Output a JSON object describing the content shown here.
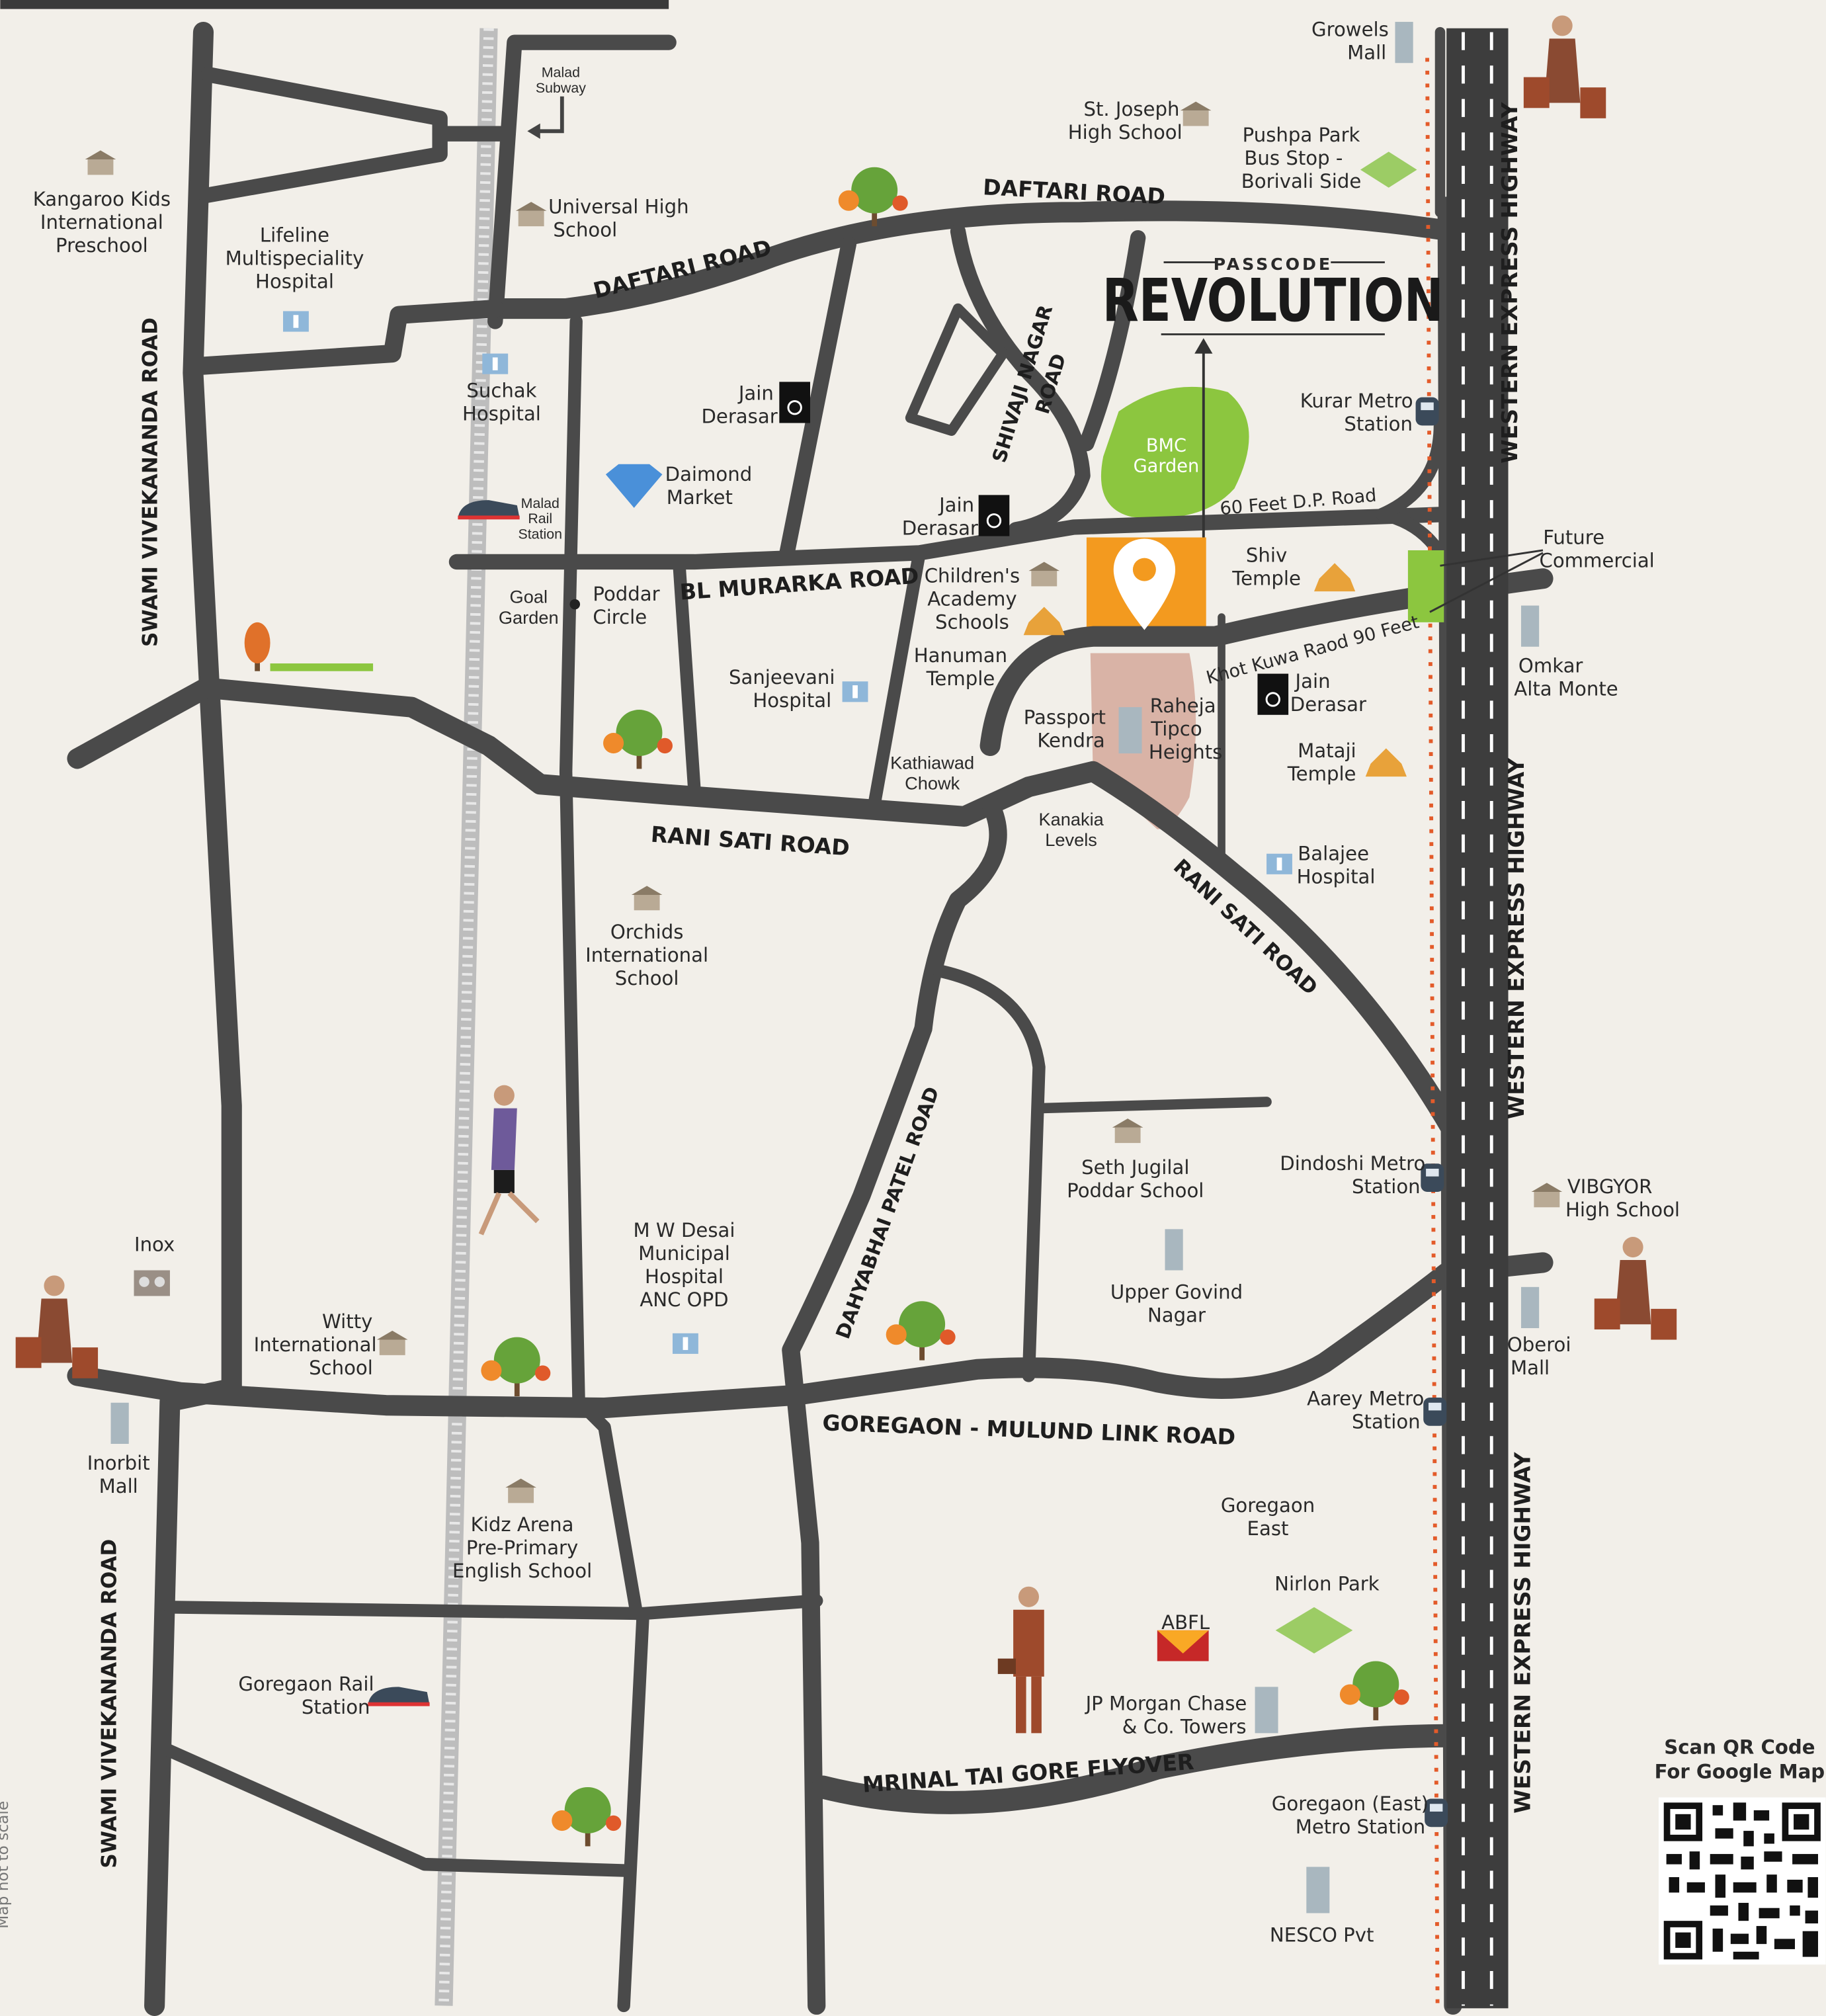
{
  "map": {
    "colors": {
      "background": "#f2efe9",
      "road": "#4a4a4a",
      "metro_line": "#e35b2a",
      "project_marker": "#f39a1f",
      "garden": "#8cc63f",
      "commercial": "#8cc63f",
      "tipco_area": "#d9b3a6"
    },
    "project": {
      "brand": "PASSCODE",
      "name": "REVOLUTION"
    },
    "roads": {
      "daftari_1": "DAFTARI ROAD",
      "daftari_2": "DAFTARI ROAD",
      "shivaji_1": "SHIVAJI NAGAR",
      "shivaji_2": "ROAD",
      "dp_road": "60 Feet D.P. Road",
      "bl_murarka": "BL MURARKA ROAD",
      "khot_kuwa": "Khot Kuwa Raod 90 Feet",
      "rani_sati_1": "RANI SATI ROAD",
      "rani_sati_2": "RANI SATI ROAD",
      "dahyabhai": "DAHYABHAI PATEL ROAD",
      "goregaon_mulund": "GOREGAON - MULUND LINK ROAD",
      "mrinal": "MRINAL TAI GORE FLYOVER",
      "swami_1": "SWAMI VIVEKANANDA ROAD",
      "swami_2": "SWAMI VIVEKANANDA ROAD",
      "weh_1": "WESTERN EXPRESS HIGHWAY",
      "weh_2": "WESTERN EXPRESS HIGHWAY",
      "weh_3": "WESTERN EXPRESS HIGHWAY"
    },
    "labels": {
      "growels": [
        "Growels",
        "Mall"
      ],
      "st_joseph": [
        "St. Joseph",
        "High School"
      ],
      "pushpa": [
        "Pushpa Park",
        "Bus Stop -",
        "Borivali Side"
      ],
      "malad_subway": [
        "Malad",
        "Subway"
      ],
      "kangaroo": [
        "Kangaroo Kids",
        "International",
        "Preschool"
      ],
      "universal": [
        "Universal High",
        "School"
      ],
      "lifeline": [
        "Lifeline",
        "Multispeciality",
        "Hospital"
      ],
      "suchak": [
        "Suchak",
        "Hospital"
      ],
      "jain1": [
        "Jain",
        "Derasar"
      ],
      "diamond": [
        "Daimond",
        "Market"
      ],
      "bmc": [
        "BMC",
        "Garden"
      ],
      "kurar": [
        "Kurar Metro",
        "Station"
      ],
      "malad_rail": [
        "Malad",
        "Rail",
        "Station"
      ],
      "jain2": [
        "Jain",
        "Derasar"
      ],
      "shiv": [
        "Shiv",
        "Temple"
      ],
      "future": [
        "Future",
        "Commercial"
      ],
      "goal_garden": [
        "Goal",
        "Garden"
      ],
      "poddar_circle": [
        "Poddar",
        "Circle"
      ],
      "childrens": [
        "Children's",
        "Academy",
        "Schools"
      ],
      "omkar": [
        "Omkar",
        "Alta Monte"
      ],
      "hanuman": [
        "Hanuman",
        "Temple"
      ],
      "jain3": [
        "Jain",
        "Derasar"
      ],
      "sanjeevani": [
        "Sanjeevani",
        "Hospital"
      ],
      "passport": [
        "Passport",
        "Kendra"
      ],
      "raheja": [
        "Raheja",
        "Tipco",
        "Heights"
      ],
      "mataji": [
        "Mataji",
        "Temple"
      ],
      "kathiawad": [
        "Kathiawad",
        "Chowk"
      ],
      "kanakia": [
        "Kanakia",
        "Levels"
      ],
      "balajee": [
        "Balajee",
        "Hospital"
      ],
      "orchids": [
        "Orchids",
        "International",
        "School"
      ],
      "seth": [
        "Seth Jugilal",
        "Poddar School"
      ],
      "dindoshi": [
        "Dindoshi Metro",
        "Station"
      ],
      "vibgyor": [
        "VIBGYOR",
        "High School"
      ],
      "inox": [
        "Inox"
      ],
      "mw_desai": [
        "M W Desai",
        "Municipal",
        "Hospital",
        "ANC OPD"
      ],
      "upper_govind": [
        "Upper Govind",
        "Nagar"
      ],
      "witty": [
        "Witty",
        "International",
        "School"
      ],
      "oberoi": [
        "Oberoi",
        "Mall"
      ],
      "aarey": [
        "Aarey Metro",
        "Station"
      ],
      "inorbit": [
        "Inorbit",
        "Mall"
      ],
      "kidz": [
        "Kidz Arena",
        "Pre-Primary",
        "English School"
      ],
      "goregaon_east": [
        "Goregaon",
        "East"
      ],
      "nirlon": [
        "Nirlon Park"
      ],
      "abfl": [
        "ABFL"
      ],
      "goregaon_rail": [
        "Goregaon Rail",
        "Station"
      ],
      "jp_morgan": [
        "JP Morgan Chase",
        "& Co. Towers"
      ],
      "goregaon_metro": [
        "Goregaon (East)",
        "Metro Station"
      ],
      "nesco": [
        "NESCO Pvt"
      ],
      "scale_note": "Map not to scale"
    },
    "qr": {
      "line1": "Scan QR Code",
      "line2": "For Google Map"
    },
    "icons": [
      "school-icon",
      "hospital-icon",
      "temple-icon",
      "jain-derasar-icon",
      "metro-station-icon",
      "train-icon",
      "mall-building-icon",
      "park-icon",
      "tree-icon",
      "diamond-icon",
      "location-pin-icon",
      "shopper-figure",
      "qr-code"
    ]
  }
}
